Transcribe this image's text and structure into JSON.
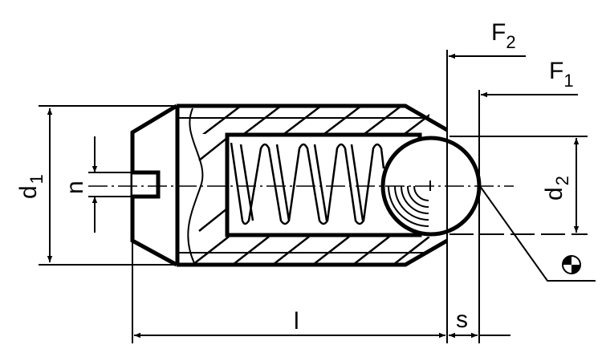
{
  "title": "Spring plunger with ball – dimension drawing",
  "labels": {
    "d1": {
      "main": "d",
      "sub": "1"
    },
    "d2": {
      "main": "d",
      "sub": "2"
    },
    "n": "n",
    "l": "l",
    "s": "s",
    "F1": {
      "main": "F",
      "sub": "1"
    },
    "F2": {
      "main": "F",
      "sub": "2"
    }
  },
  "colors": {
    "line": "#000000",
    "background": "#ffffff"
  }
}
